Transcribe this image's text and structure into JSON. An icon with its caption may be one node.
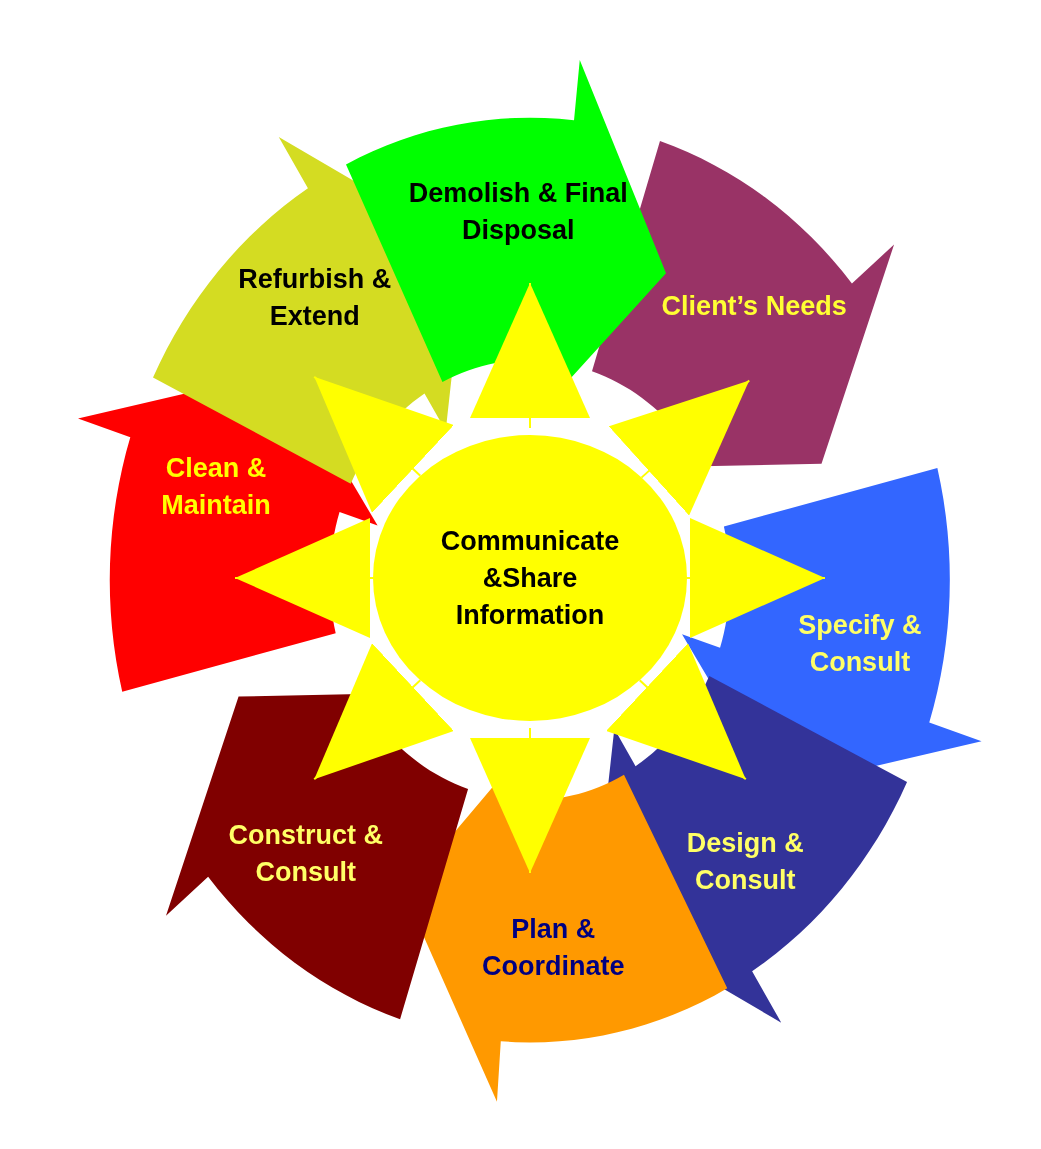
{
  "diagram": {
    "nodes": [
      {
        "text": [
          "Client’s Needs"
        ]
      },
      {
        "text": [
          "Specify & Consult"
        ]
      },
      {
        "text": [
          "Design & Consult"
        ]
      },
      {
        "text": [
          "Plan & Coordinate"
        ]
      },
      {
        "text": [
          "Construct & Consult"
        ]
      },
      {
        "text": [
          "Clean & Maintain"
        ]
      },
      {
        "text": [
          "Refurbish & Extend"
        ]
      },
      {
        "text": [
          "Demolish & Final Disposal"
        ]
      },
      {
        "text": [
          "Communicate &Share Information"
        ]
      }
    ],
    "edges": [
      {
        "from": 8,
        "to": 0,
        "arrow": "to"
      },
      {
        "from": 8,
        "to": 1,
        "arrow": "to"
      },
      {
        "from": 8,
        "to": 2,
        "arrow": "to"
      },
      {
        "from": 8,
        "to": 3,
        "arrow": "to"
      },
      {
        "from": 8,
        "to": 4,
        "arrow": "to"
      },
      {
        "from": 8,
        "to": 5,
        "arrow": "to"
      },
      {
        "from": 8,
        "to": 6,
        "arrow": "to"
      },
      {
        "from": 8,
        "to": 7,
        "arrow": "to"
      }
    ]
  }
}
